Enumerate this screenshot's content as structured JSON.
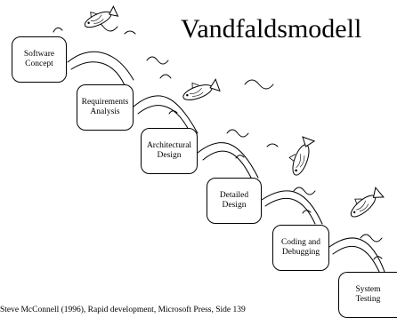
{
  "title": "Vandfaldsmodell",
  "stages": [
    {
      "label": "Software\nConcept"
    },
    {
      "label": "Requirements\nAnalysis"
    },
    {
      "label": "Architectural\nDesign"
    },
    {
      "label": "Detailed\nDesign"
    },
    {
      "label": "Coding and\nDebugging"
    },
    {
      "label": "System\nTesting"
    }
  ],
  "credit": "Steve McConnell (1996), Rapid development, Microsoft Press, Side 139",
  "illustrations": [
    "fish-icon",
    "fish-icon",
    "fish-icon",
    "fish-icon",
    "splash-icon"
  ]
}
